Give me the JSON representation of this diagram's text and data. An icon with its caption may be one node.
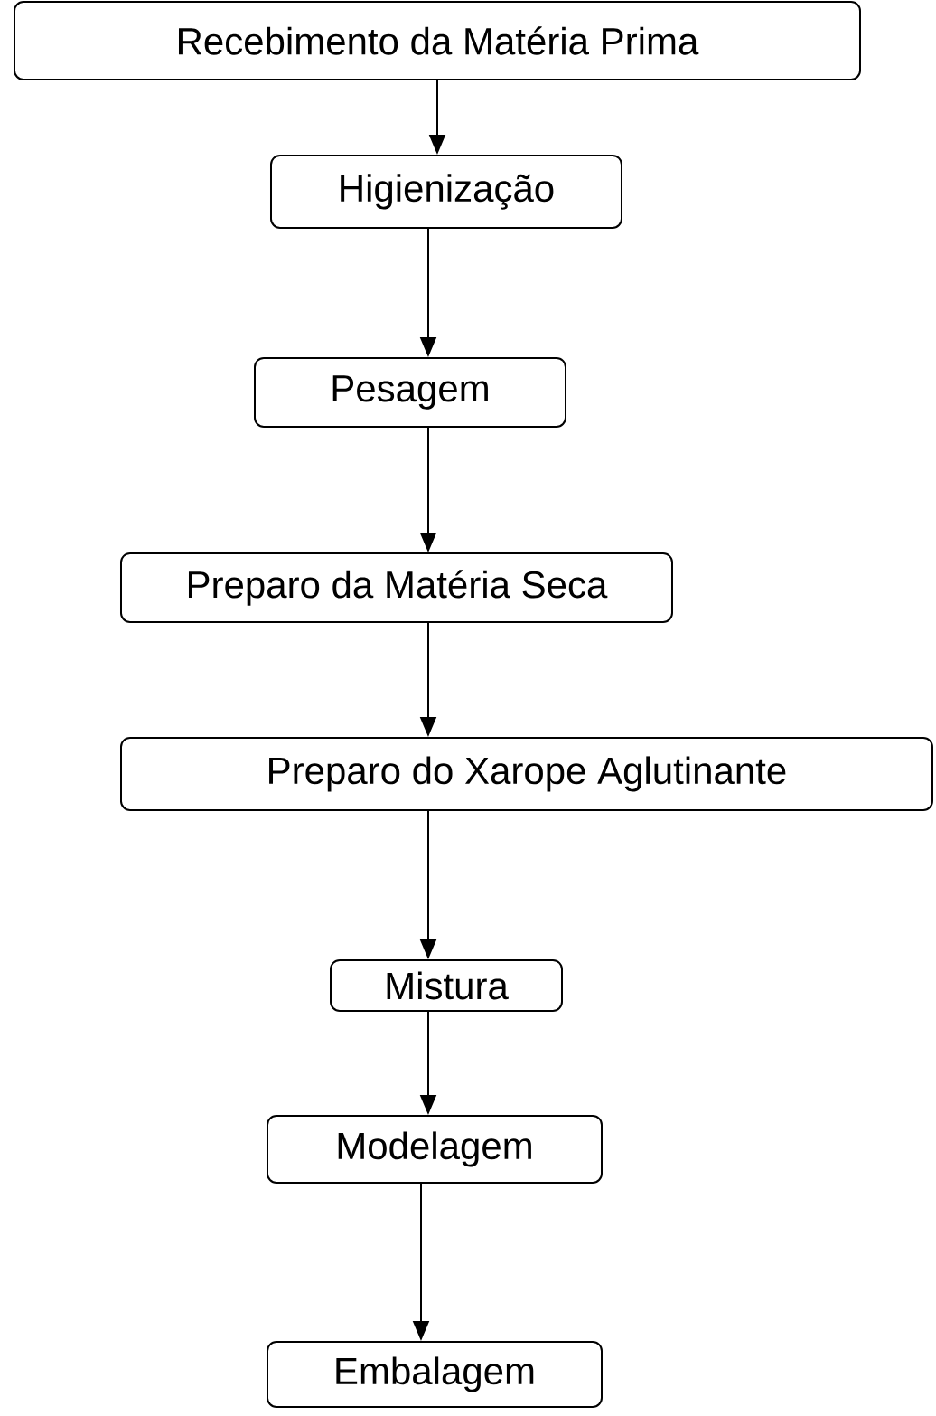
{
  "diagram": {
    "nodes": [
      {
        "text": [
          "Recebimento da Matéria Prima"
        ]
      },
      {
        "text": [
          "Higienização"
        ]
      },
      {
        "text": [
          "Pesagem"
        ]
      },
      {
        "text": [
          "Preparo da Matéria Seca"
        ]
      },
      {
        "text": [
          "Preparo do Xarope Aglutinante"
        ]
      },
      {
        "text": [
          "Mistura"
        ]
      },
      {
        "text": [
          "Modelagem"
        ]
      },
      {
        "text": [
          "Embalagem"
        ]
      }
    ],
    "edges": [
      {
        "from": 0,
        "to": 1,
        "arrow": "to"
      },
      {
        "from": 1,
        "to": 2,
        "arrow": "to"
      },
      {
        "from": 2,
        "to": 3,
        "arrow": "to"
      },
      {
        "from": 3,
        "to": 4,
        "arrow": "to"
      },
      {
        "from": 4,
        "to": 5,
        "arrow": "to"
      },
      {
        "from": 5,
        "to": 6,
        "arrow": "to"
      },
      {
        "from": 6,
        "to": 7,
        "arrow": "to"
      }
    ]
  }
}
